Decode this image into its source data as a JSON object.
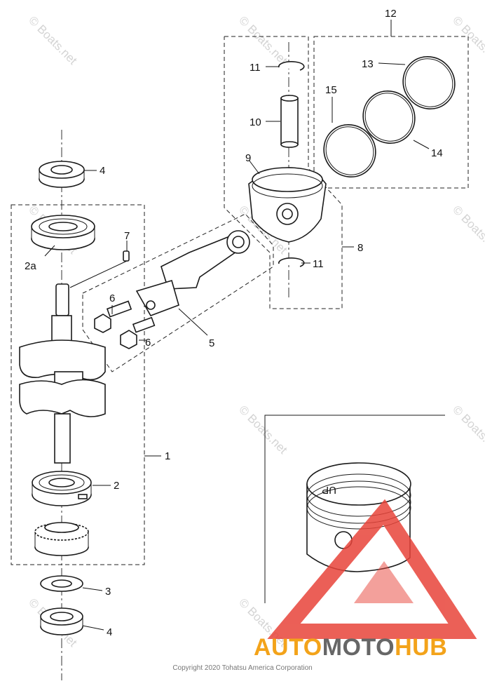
{
  "labels": {
    "l1": "1",
    "l2": "2",
    "l2a": "2a",
    "l3": "3",
    "l4a": "4",
    "l4b": "4",
    "l5": "5",
    "l6a": "6",
    "l6b": "6",
    "l7": "7",
    "l8": "8",
    "l9": "9",
    "l10": "10",
    "l11a": "11",
    "l11b": "11",
    "l12": "12",
    "l13": "13",
    "l14": "14",
    "l15": "15"
  },
  "piston_marking": "UP",
  "watermark": "© Boats.net",
  "brand": {
    "part1": "AUTO",
    "part2": "MOTO",
    "part3": "HUB"
  },
  "copyright": "Copyright 2020 Tohatsu America Corporation",
  "colors": {
    "brand_orange": "#f3a31a",
    "brand_gray": "#666666",
    "logo_red": "#e8443a"
  }
}
